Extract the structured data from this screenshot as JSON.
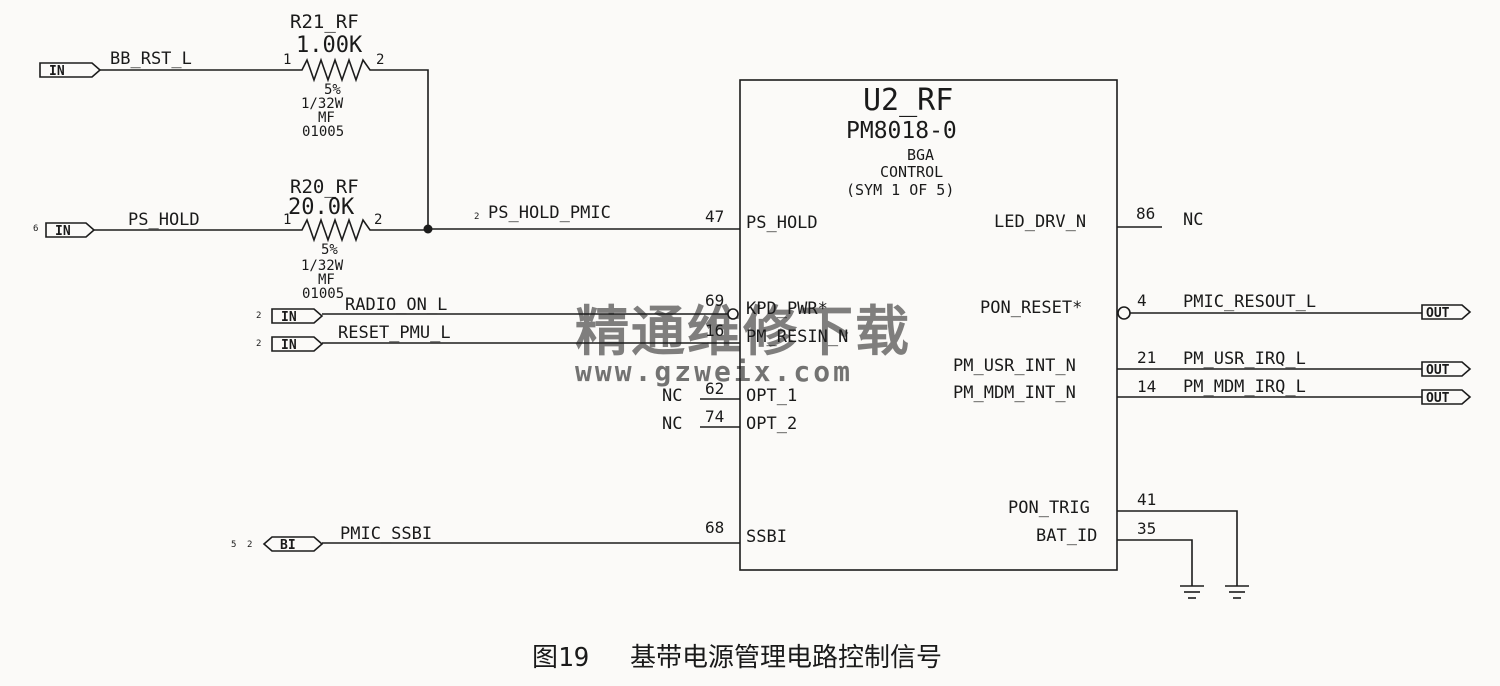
{
  "figure": {
    "caption_number": "图19",
    "caption_text": "基带电源管理电路控制信号"
  },
  "watermark": {
    "chinese": "精通维修下载",
    "url": "www.gzweix.com"
  },
  "resistors": {
    "r21": {
      "ref": "R21_RF",
      "value": "1.00K",
      "tolerance": "5%",
      "power": "1/32W",
      "type": "MF",
      "package": "01005",
      "pin1": "1",
      "pin2": "2"
    },
    "r20": {
      "ref": "R20_RF",
      "value": "20.0K",
      "tolerance": "5%",
      "power": "1/32W",
      "type": "MF",
      "package": "01005",
      "pin1": "1",
      "pin2": "2"
    }
  },
  "chip": {
    "ref": "U2_RF",
    "part": "PM8018-0",
    "package": "BGA",
    "function": "CONTROL",
    "symbol": "(SYM 1 OF 5)"
  },
  "left_pins": {
    "ps_hold": {
      "name": "PS_HOLD",
      "num": "47"
    },
    "kpd_pwr": {
      "name": "KPD_PWR*",
      "num": "69"
    },
    "pm_resin": {
      "name": "PM_RESIN_N",
      "num": "16"
    },
    "opt1": {
      "name": "OPT_1",
      "num": "62"
    },
    "opt2": {
      "name": "OPT_2",
      "num": "74"
    },
    "ssbi": {
      "name": "SSBI",
      "num": "68"
    }
  },
  "right_pins": {
    "led_drv": {
      "name": "LED_DRV_N",
      "num": "86"
    },
    "pon_reset": {
      "name": "PON_RESET*",
      "num": "4"
    },
    "usr_int": {
      "name": "PM_USR_INT_N",
      "num": "21"
    },
    "mdm_int": {
      "name": "PM_MDM_INT_N",
      "num": "14"
    },
    "pon_trig": {
      "name": "PON_TRIG",
      "num": "41"
    },
    "bat_id": {
      "name": "BAT_ID",
      "num": "35"
    }
  },
  "nets": {
    "bb_rst": "BB_RST_L",
    "ps_hold": "PS_HOLD",
    "ps_hold_pmic": "PS_HOLD_PMIC",
    "radio_on": "RADIO_ON_L",
    "reset_pmu": "RESET_PMU_L",
    "pmic_ssbi": "PMIC_SSBI",
    "pmic_resout": "PMIC_RESOUT_L",
    "usr_irq": "PM_USR_IRQ_L",
    "mdm_irq": "PM_MDM_IRQ_L",
    "nc": "NC"
  },
  "ports": {
    "in": "IN",
    "out": "OUT",
    "bi": "BI"
  },
  "page_refs": {
    "ps_hold": "6",
    "ps_hold_pmic": "2",
    "radio_on": "2",
    "reset_pmu": "2",
    "ssbi_a": "5",
    "ssbi_b": "2"
  }
}
